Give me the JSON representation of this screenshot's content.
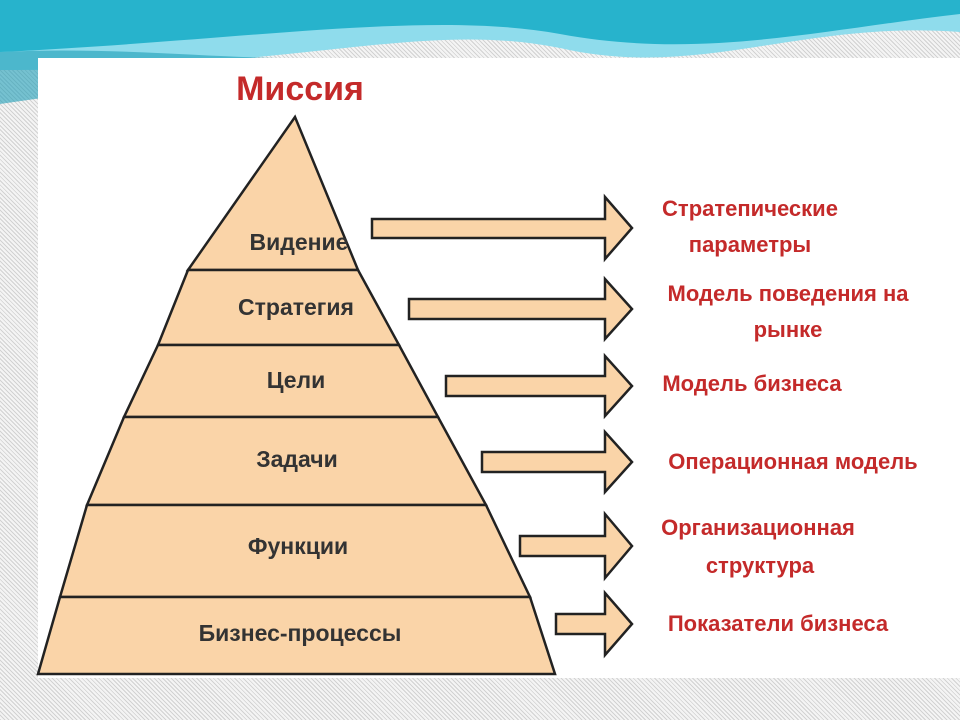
{
  "diagram": {
    "title": "Миссия",
    "levels": [
      {
        "label": "Видение",
        "outcome": [
          "Стратепические",
          "параметры"
        ]
      },
      {
        "label": "Стратегия",
        "outcome": [
          "Модель поведения на",
          "рынке"
        ]
      },
      {
        "label": "Цели",
        "outcome": [
          "Модель бизнеса"
        ]
      },
      {
        "label": "Задачи",
        "outcome": [
          "Операционная  модель"
        ]
      },
      {
        "label": "Функции",
        "outcome": [
          "Организационная",
          "структура"
        ]
      },
      {
        "label": "Бизнес-процессы",
        "outcome": [
          "Показатели бизнеса"
        ]
      }
    ]
  },
  "colors": {
    "pyramid_fill": "#fad4a8",
    "arrow_fill": "#fad4a8",
    "outline": "#222222",
    "title": "#c42a2a",
    "outcome_text": "#c42a2a",
    "level_text": "#333333",
    "wave_dark": "#27b3cc",
    "wave_light": "#8fdcec"
  }
}
